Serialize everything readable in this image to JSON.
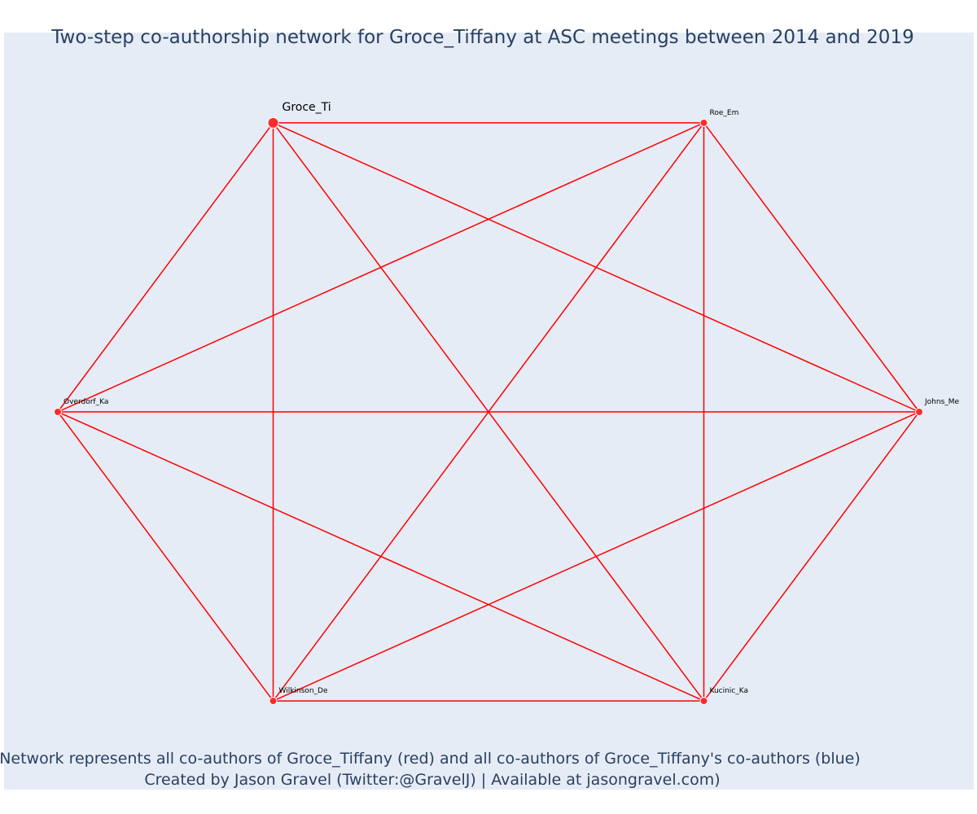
{
  "title": "Two-step co-authorship network for Groce_Tiffany at ASC meetings between 2014 and 2019",
  "footer": {
    "line1": "Network represents all co-authors of Groce_Tiffany (red) and all co-authors of Groce_Tiffany's co-authors (blue)",
    "line2": "Created by Jason Gravel (Twitter:@GravelJ) | Available at jasongravel.com)"
  },
  "colors": {
    "plot_background": "#e5ecf6",
    "edge": "#ff0000",
    "node_fill": "#ff2b2b",
    "node_stroke": "#ffffff",
    "text": "#2a3f5f"
  },
  "chart_data": {
    "type": "network",
    "layout": "circular",
    "nodes": [
      {
        "id": "Groce_Ti",
        "label": "Groce_Ti",
        "group": "focal"
      },
      {
        "id": "Roe_Em",
        "label": "Roe_Em",
        "group": "coauthor"
      },
      {
        "id": "Johns_Me",
        "label": "Johns_Me",
        "group": "coauthor"
      },
      {
        "id": "Kucinic_Ka",
        "label": "Kucinic_Ka",
        "group": "coauthor"
      },
      {
        "id": "Wilkinson_De",
        "label": "Wilkinson_De",
        "group": "coauthor"
      },
      {
        "id": "Overdorf_Ka",
        "label": "Overdorf_Ka",
        "group": "coauthor"
      }
    ],
    "edges": [
      [
        "Groce_Ti",
        "Roe_Em"
      ],
      [
        "Groce_Ti",
        "Johns_Me"
      ],
      [
        "Groce_Ti",
        "Kucinic_Ka"
      ],
      [
        "Groce_Ti",
        "Wilkinson_De"
      ],
      [
        "Groce_Ti",
        "Overdorf_Ka"
      ],
      [
        "Roe_Em",
        "Johns_Me"
      ],
      [
        "Roe_Em",
        "Kucinic_Ka"
      ],
      [
        "Roe_Em",
        "Wilkinson_De"
      ],
      [
        "Roe_Em",
        "Overdorf_Ka"
      ],
      [
        "Johns_Me",
        "Kucinic_Ka"
      ],
      [
        "Johns_Me",
        "Wilkinson_De"
      ],
      [
        "Johns_Me",
        "Overdorf_Ka"
      ],
      [
        "Kucinic_Ka",
        "Wilkinson_De"
      ],
      [
        "Kucinic_Ka",
        "Overdorf_Ka"
      ],
      [
        "Wilkinson_De",
        "Overdorf_Ka"
      ]
    ]
  }
}
